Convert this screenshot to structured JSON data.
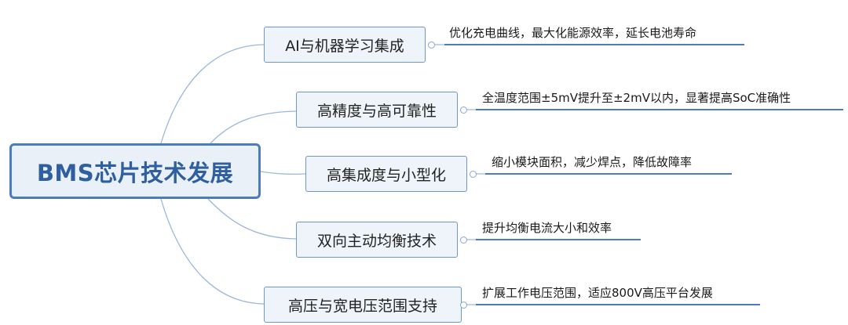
{
  "root": {
    "label": "BMS芯片技术发展"
  },
  "branches": [
    {
      "label": "AI与机器学习集成",
      "detail": "优化充电曲线，最大化能源效率，延长电池寿命"
    },
    {
      "label": "高精度与高可靠性",
      "detail": "全温度范围±5mV提升至±2mV以内，显著提高SoC准确性"
    },
    {
      "label": "高集成度与小型化",
      "detail": "缩小模块面积，减少焊点，降低故障率"
    },
    {
      "label": "双向主动均衡技术",
      "detail": "提升均衡电流大小和效率"
    },
    {
      "label": "高压与宽电压范围支持",
      "detail": "扩展工作电压范围，适应800V高压平台发展"
    }
  ],
  "colors": {
    "root_border": "#4a7cbf",
    "root_fill": "#e9f0f8",
    "root_text": "#2f5f9e",
    "branch_border": "#6f96c9",
    "branch_fill": "#eff4fa",
    "connector": "#9bb8dc",
    "leaf_underline": "#4a7cbf"
  }
}
